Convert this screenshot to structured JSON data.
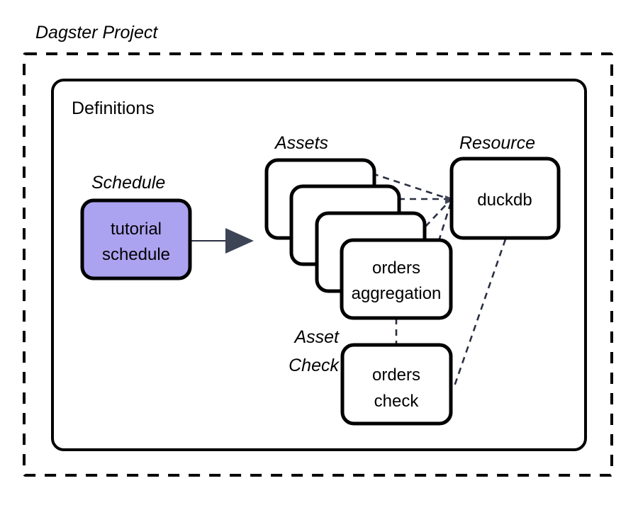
{
  "diagram": {
    "title": "Dagster Project",
    "inner_frame_label": "Definitions",
    "groups": {
      "schedule_label": "Schedule",
      "assets_label": "Assets",
      "resource_label": "Resource",
      "asset_check_label_line1": "Asset",
      "asset_check_label_line2": "Check"
    },
    "nodes": {
      "schedule": {
        "line1": "tutorial",
        "line2": "schedule",
        "fill": "#ABA3F0",
        "stroke": "#000000"
      },
      "asset_top": {
        "line1": "orders",
        "line2": "aggregation",
        "fill": "#FFFFFF",
        "stroke": "#000000"
      },
      "resource": {
        "line1": "duckdb",
        "fill": "#FFFFFF",
        "stroke": "#000000"
      },
      "asset_check": {
        "line1": "orders",
        "line2": "check",
        "fill": "#FFFFFF",
        "stroke": "#000000"
      }
    },
    "asset_stack_count": 4,
    "colors": {
      "accent_purple": "#ABA3F0",
      "line_dark": "#2b3042",
      "arrow_fill": "#3d4456",
      "stroke_black": "#000000",
      "background": "#FFFFFF"
    }
  }
}
